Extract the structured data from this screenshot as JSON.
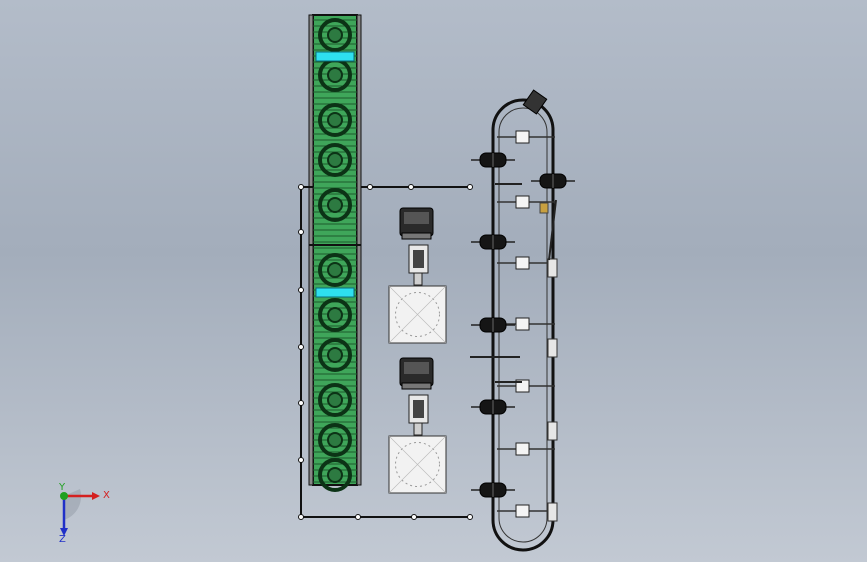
{
  "triad": {
    "x_label": "X",
    "y_label": "Y",
    "z_label": "Z"
  },
  "colors": {
    "background": "#a9b2bf",
    "conveyor_green": "#3fa65a",
    "conveyor_dark": "#1f5a2e",
    "cyan_strip": "#2ee0f0",
    "frame": "#111111",
    "axis_x": "#d42020",
    "axis_y": "#20a020",
    "axis_z": "#2030c8"
  },
  "icons": [
    "conveyor-roller",
    "motor",
    "gearbox",
    "turntable-plate",
    "chain-sprocket",
    "coordinate-triad"
  ]
}
